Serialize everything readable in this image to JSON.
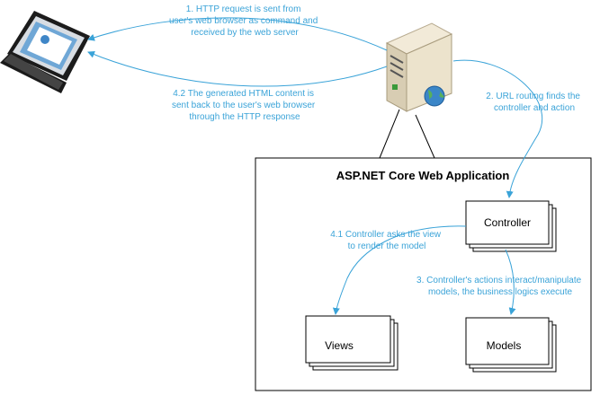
{
  "diagram": {
    "app_container_title": "ASP.NET Core Web Application",
    "nodes": {
      "controller": "Controller",
      "views": "Views",
      "models": "Models"
    },
    "edges": {
      "step1": [
        "1. HTTP request is sent from",
        "user's web browser as command and",
        "received by the web server"
      ],
      "step2": [
        "2. URL routing finds the",
        "controller and action"
      ],
      "step3": [
        "3. Controller's actions interact/manipulate",
        "models, the business logics execute"
      ],
      "step41": [
        "4.1 Controller asks the view",
        "to render the model"
      ],
      "step42": [
        "4.2 The generated HTML content is",
        "sent back to the user's web browser",
        "through the HTTP response"
      ]
    },
    "colors": {
      "arrow": "#3aa3d8",
      "stroke": "#000000"
    }
  }
}
